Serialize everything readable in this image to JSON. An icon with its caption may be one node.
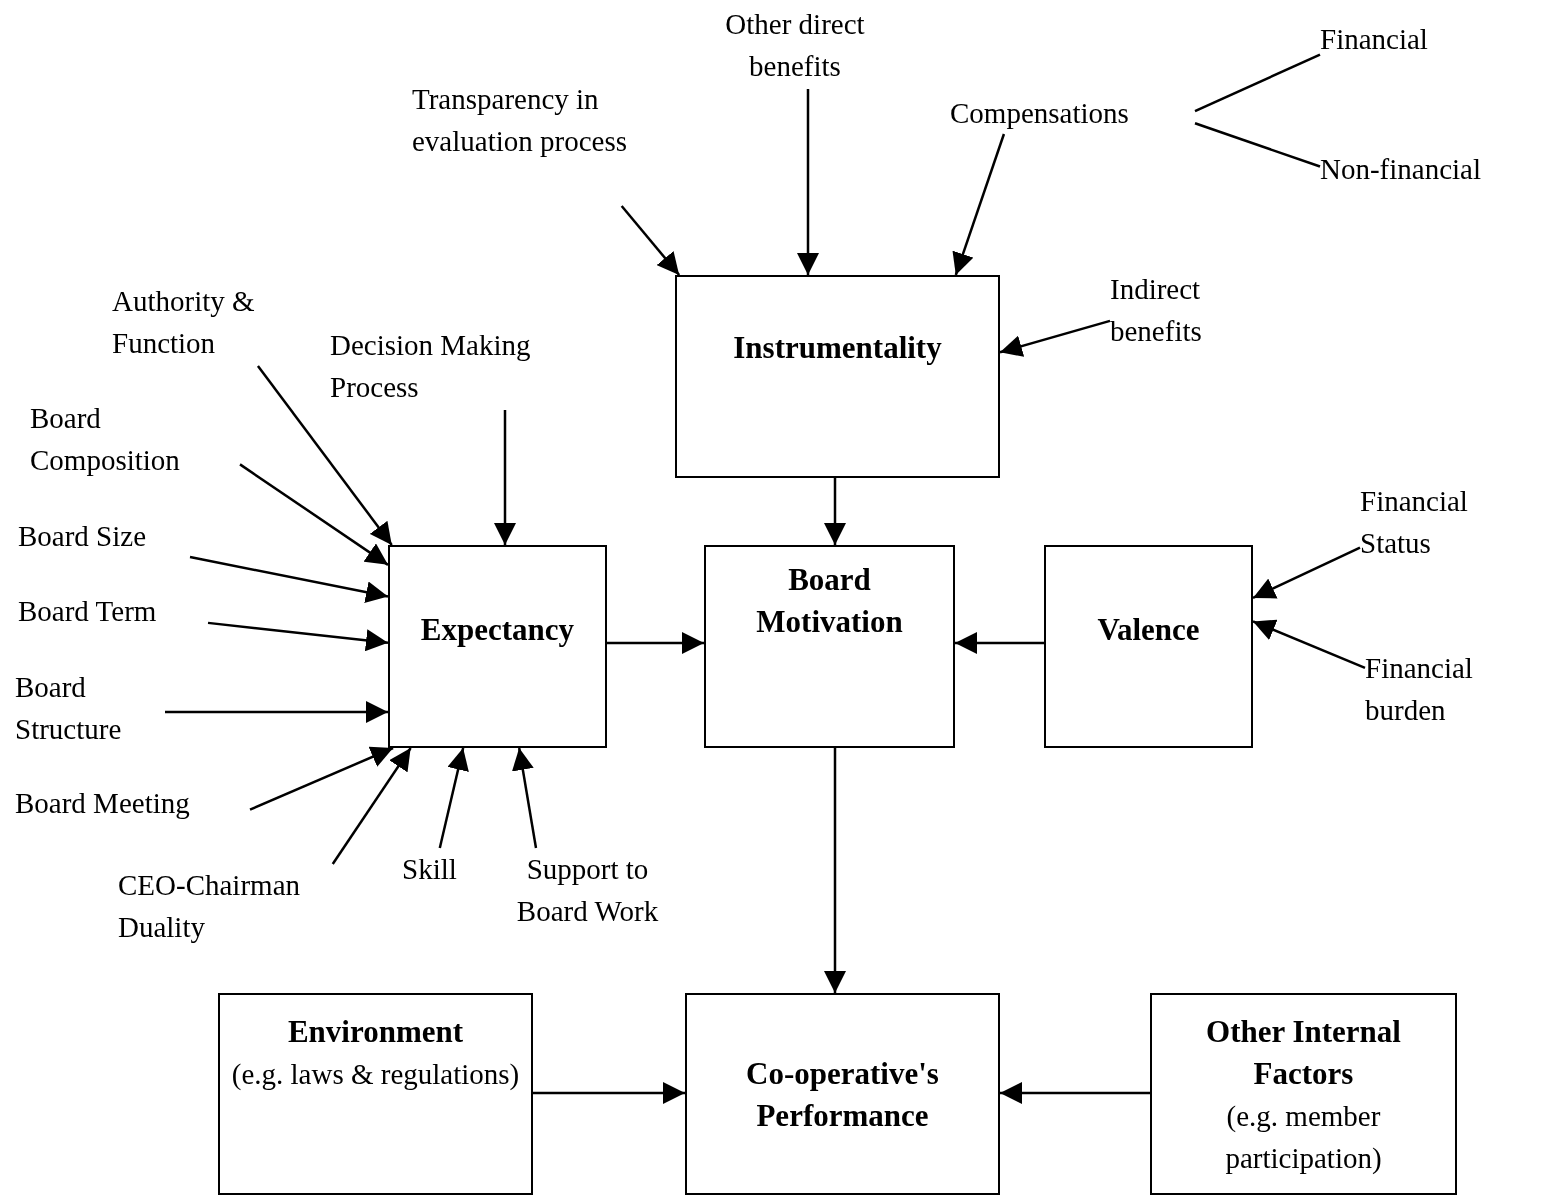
{
  "diagram": {
    "nodes": [
      {
        "text": [
          "Transparency in evaluation process"
        ]
      },
      {
        "text": [
          "Other direct benefits"
        ]
      },
      {
        "text": [
          "Compensations"
        ]
      },
      {
        "text": [
          "Financial"
        ]
      },
      {
        "text": [
          "Non-financial"
        ]
      },
      {
        "text": [
          "Instrumentality"
        ]
      },
      {
        "text": [
          "Indirect benefits"
        ]
      },
      {
        "text": [
          "Authority & Function"
        ]
      },
      {
        "text": [
          "Decision Making Process"
        ]
      },
      {
        "text": [
          "Board Composition"
        ]
      },
      {
        "text": [
          "Board Size"
        ]
      },
      {
        "text": [
          "Board Term"
        ]
      },
      {
        "text": [
          "Board Structure"
        ]
      },
      {
        "text": [
          "Board Meeting"
        ]
      },
      {
        "text": [
          "CEO-Chairman Duality"
        ]
      },
      {
        "text": [
          "Skill"
        ]
      },
      {
        "text": [
          "Support to Board Work"
        ]
      },
      {
        "text": [
          "Expectancy"
        ]
      },
      {
        "text": [
          "Board Motivation"
        ]
      },
      {
        "text": [
          "Valence"
        ]
      },
      {
        "text": [
          "Financial Status"
        ]
      },
      {
        "text": [
          "Financial burden"
        ]
      },
      {
        "text": [
          "Environment",
          "(e.g. laws & regulations)"
        ]
      },
      {
        "text": [
          "Co-operative's Performance"
        ]
      },
      {
        "text": [
          "Other Internal Factors",
          "(e.g. member participation)"
        ]
      }
    ],
    "edges": [
      {
        "from": 0,
        "to": 5,
        "arrow": "to"
      },
      {
        "from": 1,
        "to": 5,
        "arrow": "to"
      },
      {
        "from": 2,
        "to": 5,
        "arrow": "to"
      },
      {
        "from": 2,
        "to": 3,
        "arrow": "none"
      },
      {
        "from": 2,
        "to": 4,
        "arrow": "none"
      },
      {
        "from": 6,
        "to": 5,
        "arrow": "to"
      },
      {
        "from": 5,
        "to": 18,
        "arrow": "to"
      },
      {
        "from": 7,
        "to": 17,
        "arrow": "to"
      },
      {
        "from": 8,
        "to": 17,
        "arrow": "to"
      },
      {
        "from": 9,
        "to": 17,
        "arrow": "to"
      },
      {
        "from": 10,
        "to": 17,
        "arrow": "to"
      },
      {
        "from": 11,
        "to": 17,
        "arrow": "to"
      },
      {
        "from": 12,
        "to": 17,
        "arrow": "to"
      },
      {
        "from": 13,
        "to": 17,
        "arrow": "to"
      },
      {
        "from": 14,
        "to": 17,
        "arrow": "to"
      },
      {
        "from": 15,
        "to": 17,
        "arrow": "to"
      },
      {
        "from": 16,
        "to": 17,
        "arrow": "to"
      },
      {
        "from": 17,
        "to": 18,
        "arrow": "to"
      },
      {
        "from": 19,
        "to": 18,
        "arrow": "to"
      },
      {
        "from": 20,
        "to": 19,
        "arrow": "to"
      },
      {
        "from": 21,
        "to": 19,
        "arrow": "to"
      },
      {
        "from": 18,
        "to": 23,
        "arrow": "to"
      },
      {
        "from": 22,
        "to": 23,
        "arrow": "to"
      },
      {
        "from": 24,
        "to": 23,
        "arrow": "to"
      }
    ]
  }
}
